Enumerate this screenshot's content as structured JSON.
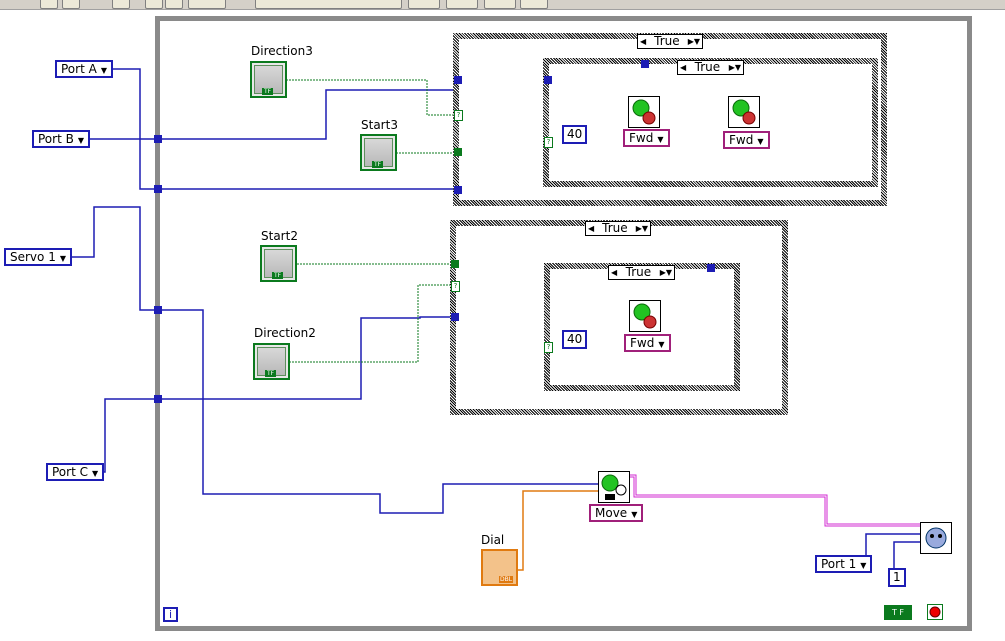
{
  "controls": {
    "port_a": "Port A",
    "port_b": "Port B",
    "servo_1": "Servo 1",
    "port_c": "Port C",
    "port_1": "Port 1",
    "const_1": "1"
  },
  "terminals": {
    "direction3": "Direction3",
    "start3": "Start3",
    "start2": "Start2",
    "direction2": "Direction2",
    "dial": "Dial"
  },
  "case_structures": {
    "outer_top": "True",
    "inner_top": "True",
    "outer_mid": "True",
    "inner_mid": "True"
  },
  "constants": {
    "speed_top": "40",
    "speed_mid": "40"
  },
  "motor_rings": {
    "fwd_1": "Fwd",
    "fwd_2": "Fwd",
    "fwd_3": "Fwd",
    "move": "Move"
  },
  "misc": {
    "info_icon": "i",
    "tf_label": "TF",
    "dbl_label": "DBL",
    "stop_tf": "T F"
  },
  "colors": {
    "wire_int": "#1d1db4",
    "wire_bool": "#0b7a1e",
    "wire_dbl": "#e07a10",
    "wire_cluster": "#d22ad2",
    "loop_border": "#8a8a8a"
  }
}
